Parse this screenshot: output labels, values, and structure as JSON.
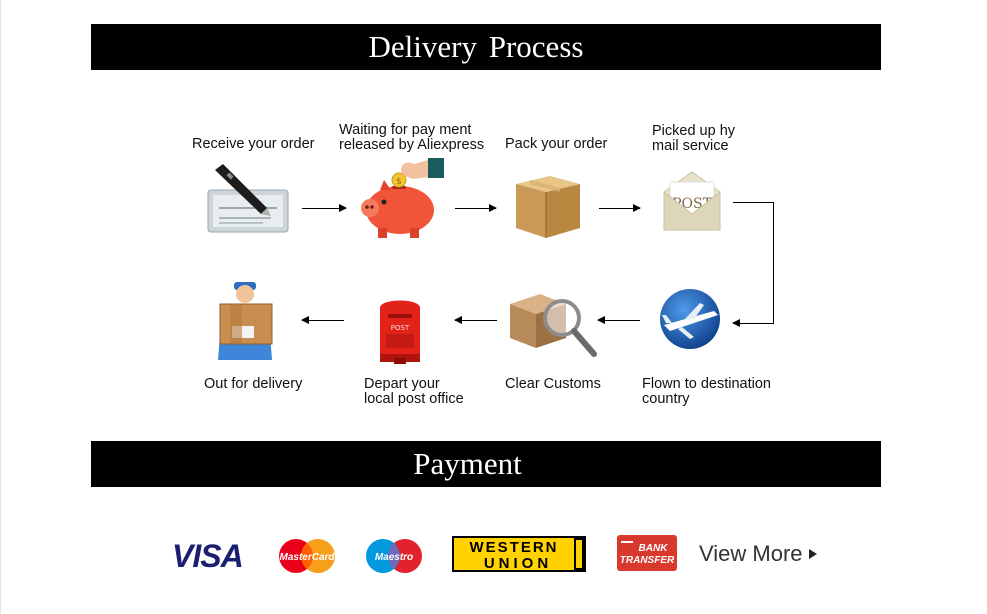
{
  "delivery": {
    "title": "Delivery  Process",
    "steps": [
      {
        "label": "Receive your order",
        "icon": "check-pen-icon"
      },
      {
        "label": "Waiting for pay ment\nreleased by Aliexpress",
        "icon": "piggy-bank-icon"
      },
      {
        "label": "Pack your order",
        "icon": "cardboard-box-icon"
      },
      {
        "label": "Picked up hy\nmail service",
        "icon": "post-envelope-icon"
      },
      {
        "label": "Flown to destination\ncountry",
        "icon": "airplane-globe-icon"
      },
      {
        "label": "Clear Customs",
        "icon": "magnifier-box-icon"
      },
      {
        "label": "Depart your\nlocal post office",
        "icon": "mailbox-icon"
      },
      {
        "label": "Out for delivery",
        "icon": "courier-icon"
      }
    ]
  },
  "payment": {
    "title": "Payment",
    "methods": [
      {
        "name": "VISA",
        "icon": "visa-logo",
        "color": "#1a1f71"
      },
      {
        "name": "MasterCard",
        "icon": "mastercard-logo",
        "color": "#eb001b"
      },
      {
        "name": "Maestro",
        "icon": "maestro-logo",
        "color": "#0099df"
      },
      {
        "name": "WESTERN UNION",
        "icon": "western-union-logo",
        "color": "#ffd200"
      },
      {
        "name": "BANK TRANSFER",
        "icon": "bank-transfer-logo",
        "color": "#d9382d"
      }
    ],
    "view_more": "View More"
  },
  "colors": {
    "banner": "#000000",
    "banner_text": "#ffffff"
  }
}
